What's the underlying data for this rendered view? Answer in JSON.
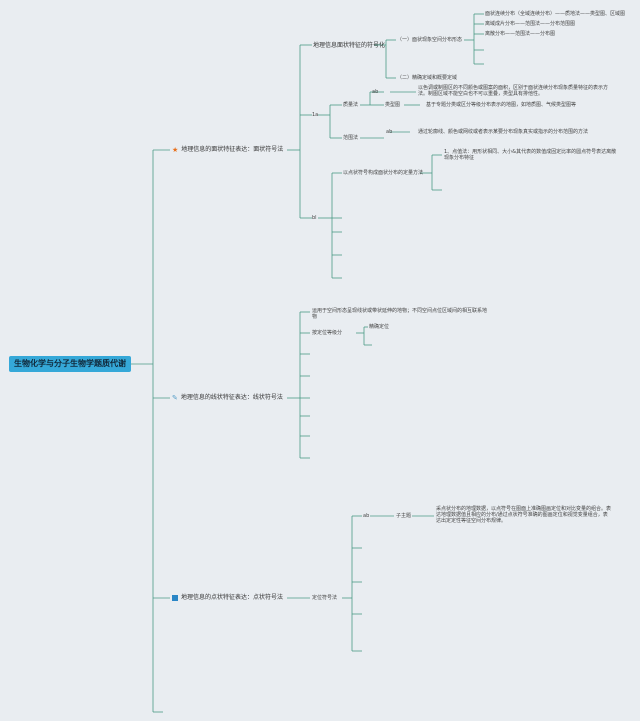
{
  "root": "生物化学与分子生物学题质代谢",
  "branches": [
    {
      "title": "地理信息的面状特征表达：面状符号法",
      "icon": "star-icon",
      "nodes": {
        "n1": "地理信息面状特征的符号化",
        "n1a": "（一）面状现象空间分布形态",
        "n1a1": "面状连续分布（全域连续分布）——质地法——类型图、区域图",
        "n1a2": "离域成片分布——范围法——分布范围图",
        "n1a3": "离散分布——范围法——分布图",
        "n1b": "（二）精确定域和概要定域",
        "n2": "1a",
        "n2a": "质量法",
        "n2a1": "ab",
        "n2a1t": "以色调或制图区的不同颜色或图案的面积，区别于面状连续分布现象质量特征的表示方法。制图区域不能空白也不可以重叠，类型具有排他性。",
        "n2a2": "类型图",
        "n2a2t": "基于专题分类或区分等级分布表示的地图，如地质图、气候类型图等",
        "n2b": "范围法",
        "n2b1": "ab",
        "n2b1t": "通过轮廓线、颜色或网纹或者表示某要分布现象真实或指示的分布范围的方法",
        "n3": "bl",
        "n3a": "以点状符号构成面状分布的定量方法",
        "n3a1": "1、点值法：用形状相同、大小&其代表的数值成固定比率的圆点符号表达离散现象分布特征"
      }
    },
    {
      "title": "地理信息的线状特征表达：线状符号法",
      "icon": "pen-icon",
      "nodes": {
        "l1": "运用于空间形态呈现线状或带状延伸的地物；不同空间点位区域间的相互联系地物",
        "l2": "按定位等级分",
        "l2a": "精确定位"
      }
    },
    {
      "title": "地理信息的点状特征表达：点状符号法",
      "icon": "square-icon",
      "nodes": {
        "p1": "定位符号法",
        "p1a": "ab",
        "p1a1": "子主题",
        "p1a1t": "采点状分布的地理数据，以点符号在图面上准确图画定位和对比变量的组合。表达地理数据值且相应的分布/通过点状符号准确的图画定位和视觉变量组合，表达出定定性等征空间分布规律。"
      }
    }
  ],
  "colors": {
    "line": "#4a9a86",
    "root_fill": "#35a8d8",
    "background": "#e9edf1"
  }
}
